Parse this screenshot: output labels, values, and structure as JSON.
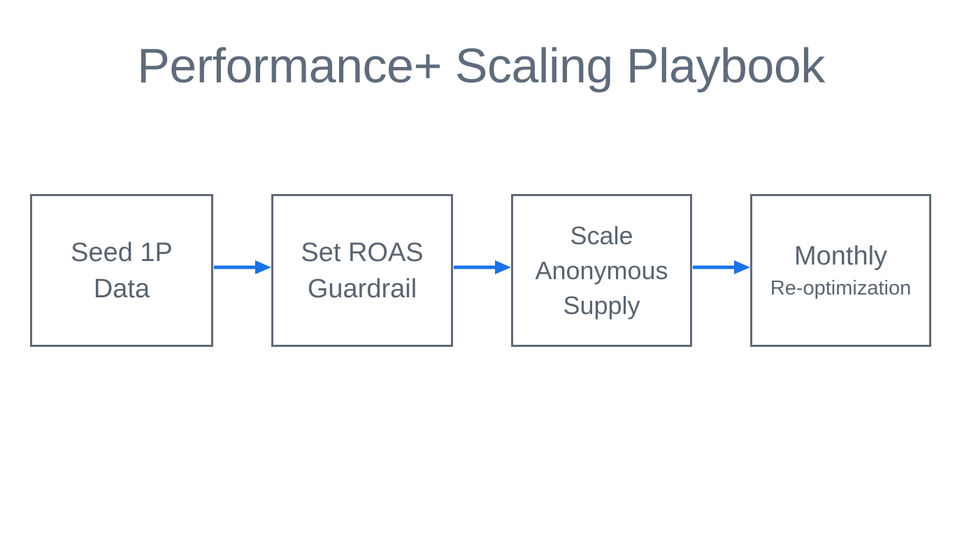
{
  "slide": {
    "title": "Performance+ Scaling Playbook",
    "background_color": "#ffffff"
  },
  "theme": {
    "title_color": "#5f6b7a",
    "node_border_color": "#5f6a78",
    "node_fill_color": "#ffffff",
    "node_text_color": "#5a6470",
    "arrow_color": "#1a73e8"
  },
  "diagram": {
    "type": "linear-flow",
    "orientation": "left-to-right",
    "nodes": [
      {
        "id": "seed-1p-data",
        "lines": [
          "Seed 1P",
          "Data"
        ],
        "full_label": "Seed 1P Data"
      },
      {
        "id": "set-roas-guardrail",
        "lines": [
          "Set ROAS",
          "Guardrail"
        ],
        "full_label": "Set ROAS Guardrail"
      },
      {
        "id": "scale-anonymous-supply",
        "lines": [
          "Scale",
          "Anonymous",
          "Supply"
        ],
        "full_label": "Scale Anonymous Supply"
      },
      {
        "id": "monthly-re-optimization",
        "lines": [
          "Monthly",
          "Re-optimization"
        ],
        "full_label": "Monthly Re-optimization"
      }
    ],
    "connectors": [
      {
        "id": "connector-1",
        "from": "seed-1p-data",
        "to": "set-roas-guardrail",
        "icon": "arrow-right-icon"
      },
      {
        "id": "connector-2",
        "from": "set-roas-guardrail",
        "to": "scale-anonymous-supply",
        "icon": "arrow-right-icon"
      },
      {
        "id": "connector-3",
        "from": "scale-anonymous-supply",
        "to": "monthly-re-optimization",
        "icon": "arrow-right-icon"
      }
    ]
  }
}
